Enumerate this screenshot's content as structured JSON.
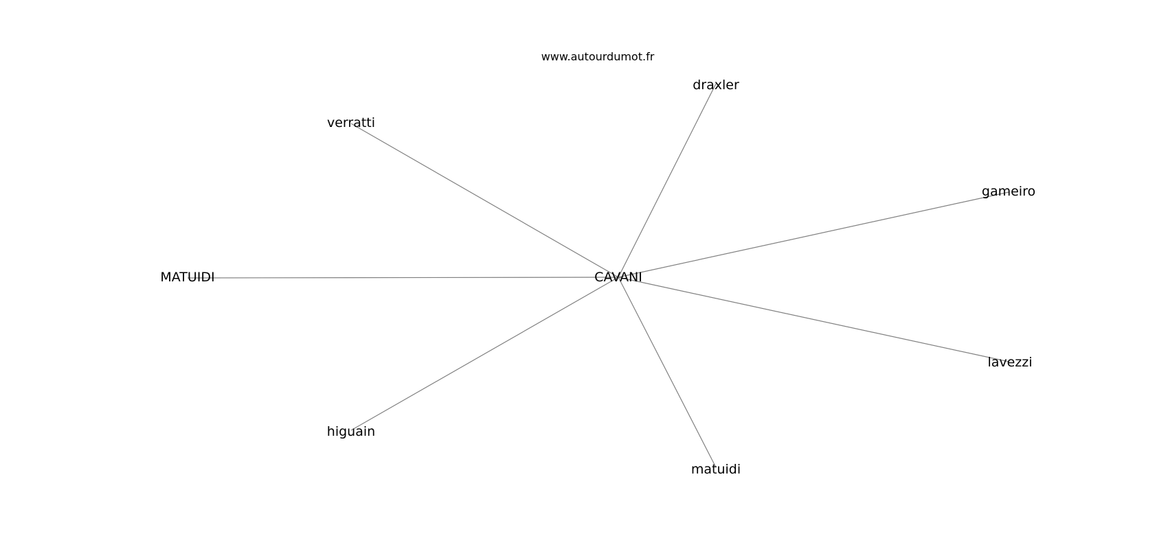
{
  "watermark": "www.autourdumot.fr",
  "colors": {
    "edge": "#808080",
    "text": "#000000",
    "background": "#ffffff"
  },
  "graph": {
    "center": {
      "id": "CAVANI",
      "label": "CAVANI"
    },
    "nodes": [
      {
        "id": "draxler",
        "label": "draxler"
      },
      {
        "id": "verratti",
        "label": "verratti"
      },
      {
        "id": "gameiro",
        "label": "gameiro"
      },
      {
        "id": "MATUIDI",
        "label": "MATUIDI"
      },
      {
        "id": "lavezzi",
        "label": "lavezzi"
      },
      {
        "id": "higuain",
        "label": "higuain"
      },
      {
        "id": "matuidi",
        "label": "matuidi"
      }
    ],
    "edges": [
      {
        "from": "CAVANI",
        "to": "draxler"
      },
      {
        "from": "CAVANI",
        "to": "verratti"
      },
      {
        "from": "CAVANI",
        "to": "gameiro"
      },
      {
        "from": "CAVANI",
        "to": "MATUIDI"
      },
      {
        "from": "CAVANI",
        "to": "lavezzi"
      },
      {
        "from": "CAVANI",
        "to": "higuain"
      },
      {
        "from": "CAVANI",
        "to": "matuidi"
      }
    ]
  }
}
